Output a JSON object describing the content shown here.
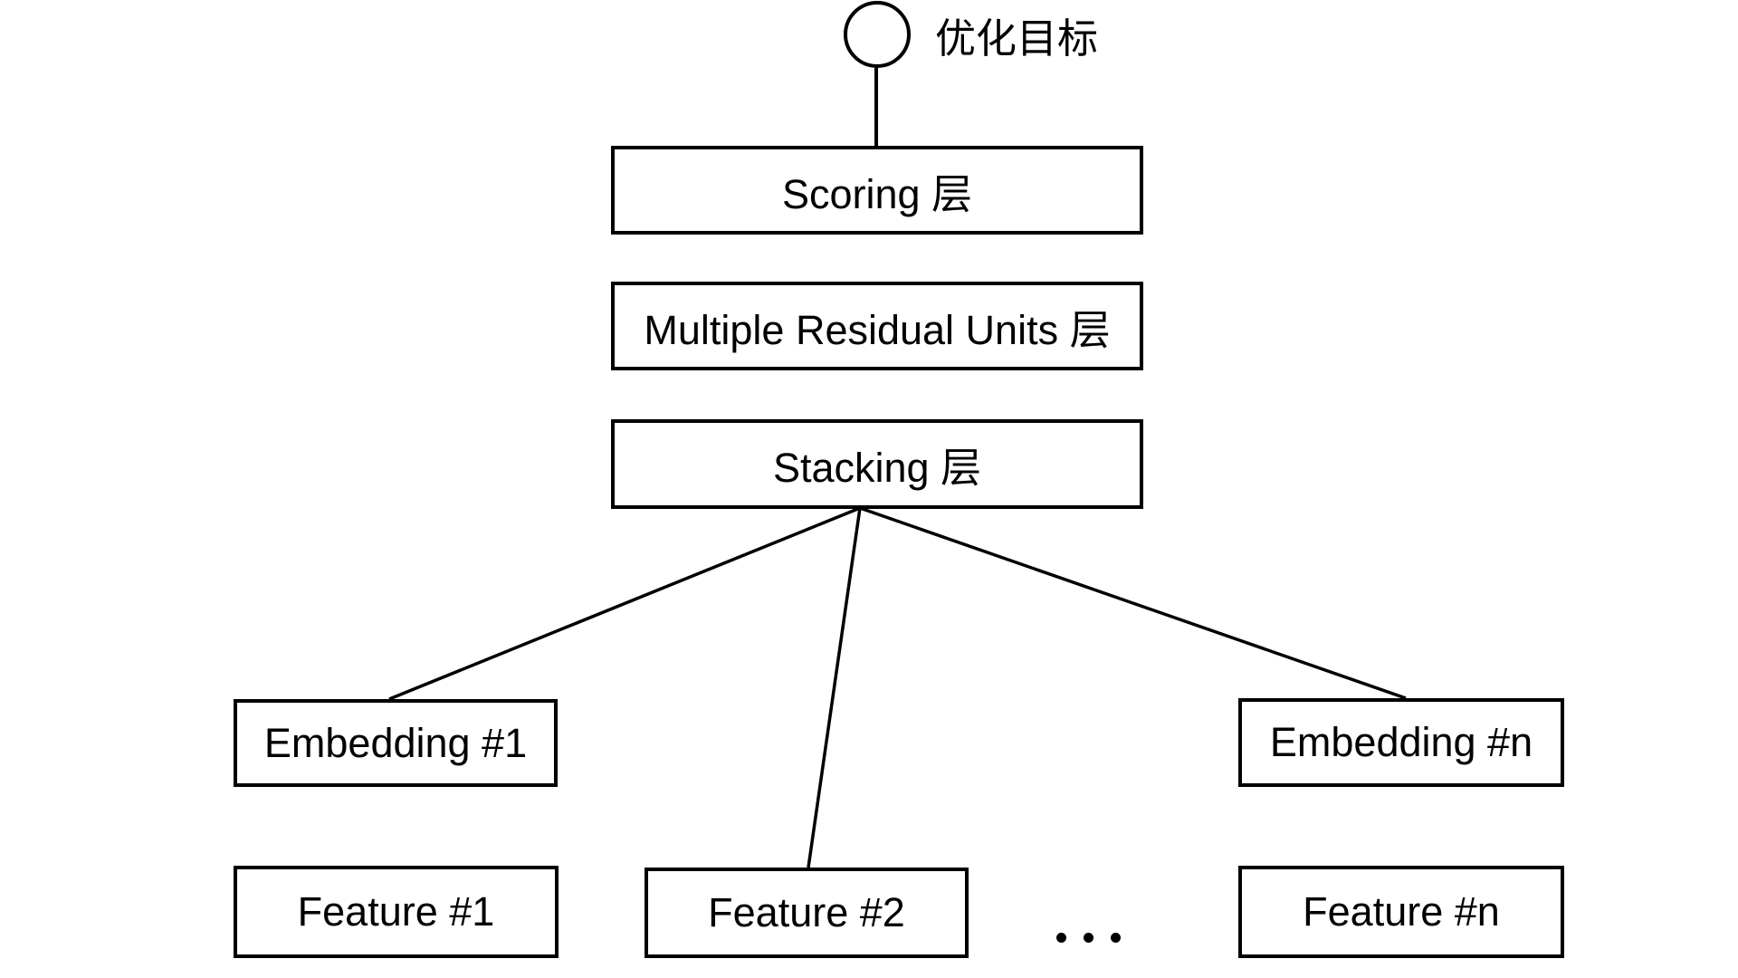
{
  "diagram": {
    "background_color": "#ffffff",
    "stroke_color": "#000000",
    "target": {
      "label": "优化目标"
    },
    "layers": [
      {
        "id": "scoring",
        "label": "Scoring 层"
      },
      {
        "id": "multiple-residual-units",
        "label": "Multiple Residual Units 层"
      },
      {
        "id": "stacking",
        "label": "Stacking 层"
      }
    ],
    "embeddings": [
      {
        "id": "embedding-1",
        "label": "Embedding #1"
      },
      {
        "id": "embedding-n",
        "label": "Embedding #n"
      }
    ],
    "features": [
      {
        "id": "feature-1",
        "label": "Feature #1"
      },
      {
        "id": "feature-2",
        "label": "Feature #2"
      },
      {
        "id": "feature-n",
        "label": "Feature #n"
      }
    ],
    "ellipsis": "..."
  }
}
